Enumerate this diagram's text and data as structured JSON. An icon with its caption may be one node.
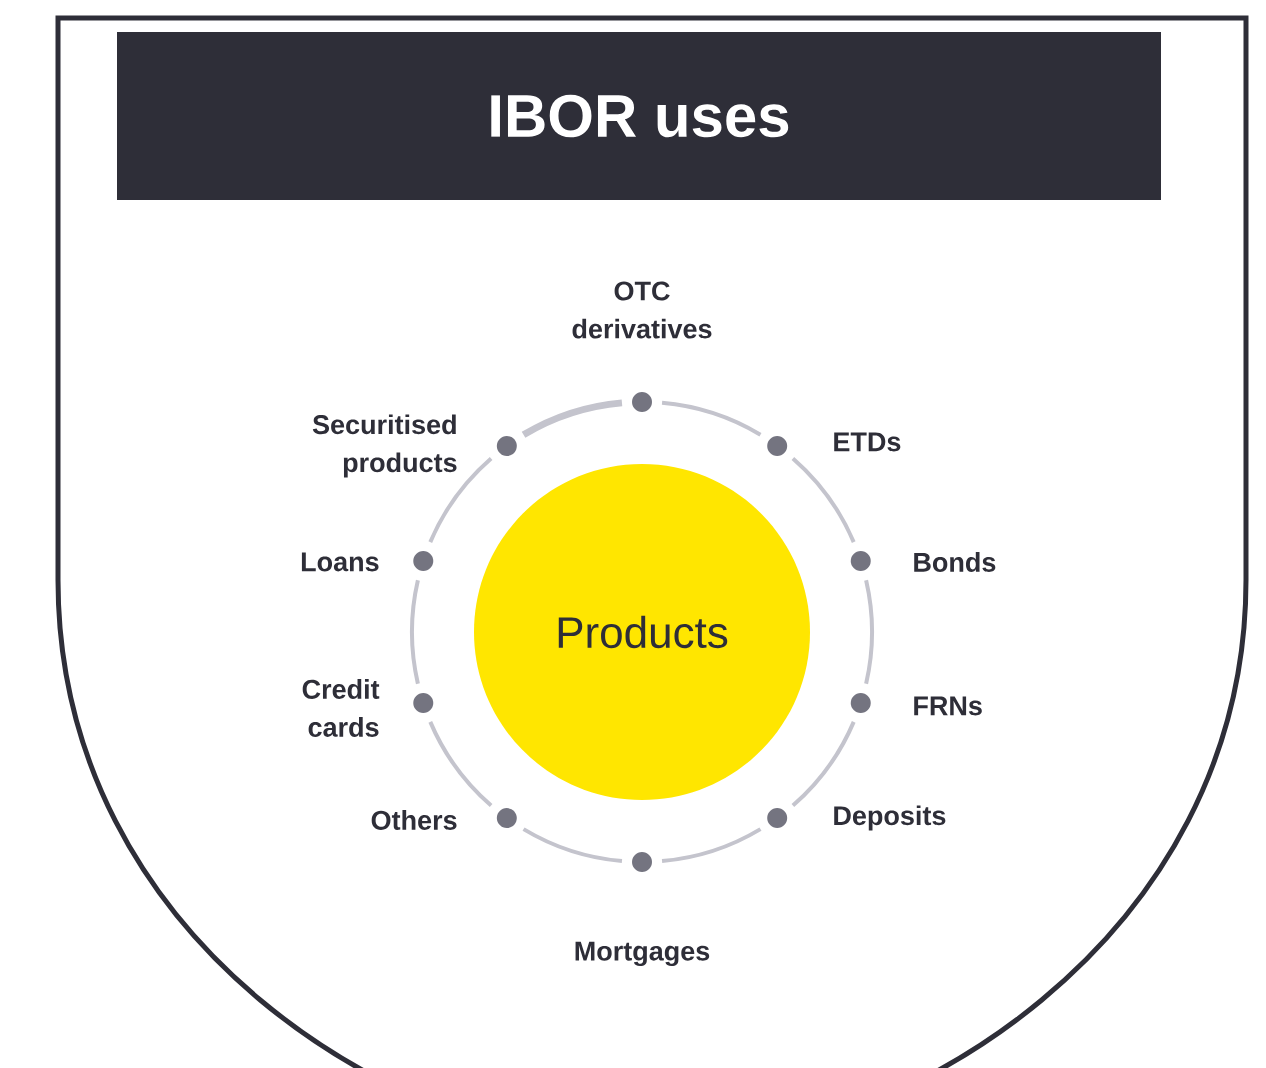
{
  "diagram": {
    "nodes": [
      {
        "text": [
          "IBOR uses"
        ]
      },
      {
        "text": [
          "Products"
        ]
      }
    ],
    "labels": [
      "OTC derivatives",
      "Securitised products",
      "ETDs",
      "Loans",
      "Bonds",
      "Credit cards",
      "FRNs",
      "Others",
      "Deposits",
      "Mortgages"
    ]
  }
}
